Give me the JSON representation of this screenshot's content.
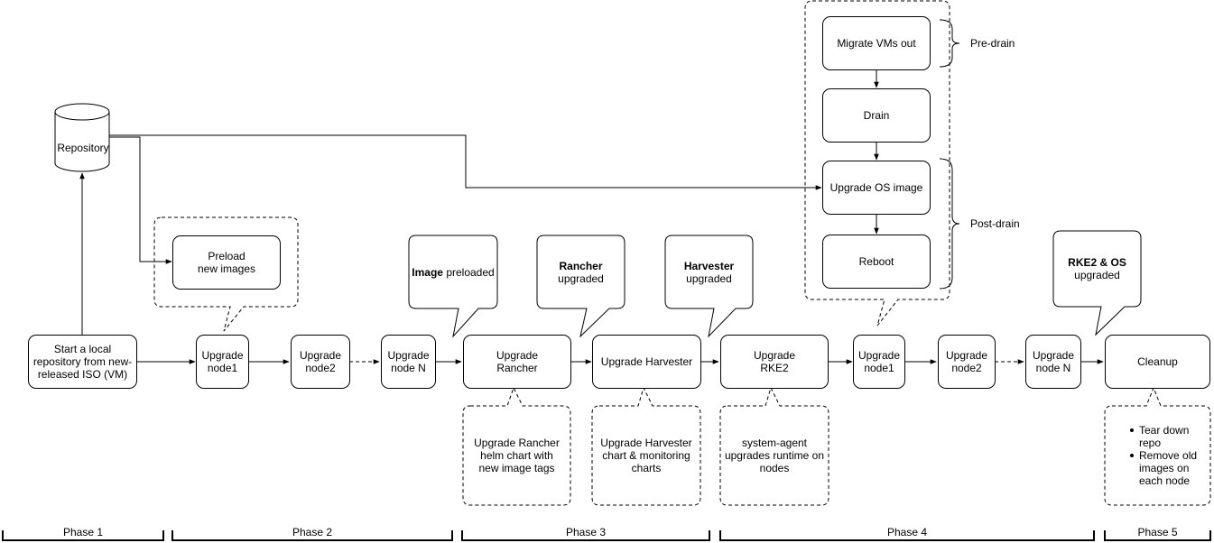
{
  "repository": "Repository",
  "steps": {
    "start": "Start a local\nrepository from new-\nreleased ISO (VM)",
    "p2_node1": "Upgrade\nnode1",
    "p2_node2": "Upgrade\nnode2",
    "p2_nodeN": "Upgrade\nnode N",
    "rancher": "Upgrade\nRancher",
    "harvester": "Upgrade Harvester",
    "rke2": "Upgrade\nRKE2",
    "p4_node1": "Upgrade\nnode1",
    "p4_node2": "Upgrade\nnode2",
    "p4_nodeN": "Upgrade\nnode N",
    "cleanup": "Cleanup"
  },
  "preload": "Preload\nnew images",
  "node_steps": {
    "migrate": "Migrate VMs out",
    "drain": "Drain",
    "upgrade_os": "Upgrade OS image",
    "reboot": "Reboot"
  },
  "brackets": {
    "pre_drain": "Pre-drain",
    "post_drain": "Post-drain"
  },
  "callouts": {
    "image_bold": "Image",
    "image_rest": " preloaded",
    "rancher_bold": "Rancher",
    "rancher_rest": "upgraded",
    "harvester_bold": "Harvester",
    "harvester_rest": "upgraded",
    "rke2os_bold": "RKE2 & OS",
    "rke2os_rest": "upgraded"
  },
  "notes": {
    "rancher": "Upgrade Rancher\nhelm chart with\nnew image tags",
    "harvester": "Upgrade Harvester\nchart & monitoring\ncharts",
    "rke2": "system-agent\nupgrades runtime on\nnodes"
  },
  "cleanup_items": [
    "Tear down\nrepo",
    "Remove old\nimages on\neach node"
  ],
  "phases": [
    "Phase 1",
    "Phase 2",
    "Phase 3",
    "Phase 4",
    "Phase 5"
  ]
}
